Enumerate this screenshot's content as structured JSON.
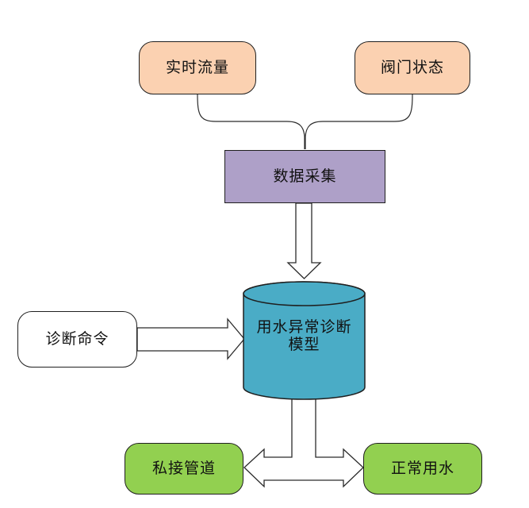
{
  "diagram": {
    "type": "flowchart",
    "background": "#ffffff",
    "nodes": {
      "realtime_flow": {
        "label": "实时流量",
        "shape": "rounded-rectangle",
        "fill": "#fbd1b1"
      },
      "valve_status": {
        "label": "阀门状态",
        "shape": "rounded-rectangle",
        "fill": "#fbd1b1"
      },
      "data_collection": {
        "label": "数据采集",
        "shape": "rectangle",
        "fill": "#aea0c8"
      },
      "diagnosis_model": {
        "label": "用水异常诊断模型",
        "label_line1": "用水异常诊断",
        "label_line2": "模型",
        "shape": "cylinder",
        "fill": "#4aacc6"
      },
      "diagnosis_command": {
        "label": "诊断命令",
        "shape": "rounded-rectangle",
        "fill": "#ffffff"
      },
      "illegal_pipe": {
        "label": "私接管道",
        "shape": "rounded-rectangle",
        "fill": "#92d050"
      },
      "normal_water": {
        "label": "正常用水",
        "shape": "rounded-rectangle",
        "fill": "#92d050"
      }
    },
    "edges": [
      {
        "from": "实时流量",
        "to": "数据采集",
        "style": "curved-line"
      },
      {
        "from": "阀门状态",
        "to": "数据采集",
        "style": "curved-line"
      },
      {
        "from": "数据采集",
        "to": "用水异常诊断模型",
        "style": "hollow-block-arrow-down"
      },
      {
        "from": "诊断命令",
        "to": "用水异常诊断模型",
        "style": "hollow-block-arrow-right"
      },
      {
        "from": "用水异常诊断模型",
        "to": "私接管道",
        "style": "hollow-block-arrow-split-left"
      },
      {
        "from": "用水异常诊断模型",
        "to": "正常用水",
        "style": "hollow-block-arrow-split-right"
      }
    ],
    "colors": {
      "background": "#ffffff",
      "peach": "#fbd1b1",
      "purple": "#aea0c8",
      "teal": "#4aacc6",
      "green": "#92d050",
      "white": "#ffffff",
      "border": "#1f1f1f",
      "line": "#2b2b2b"
    }
  }
}
